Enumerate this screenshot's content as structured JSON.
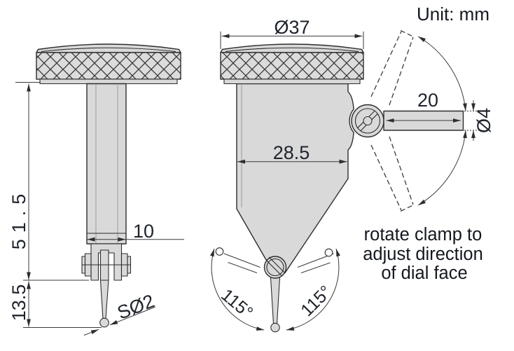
{
  "unit_note": "Unit: mm",
  "caption": {
    "line1": "rotate clamp to",
    "line2": "adjust direction",
    "line3": "of dial face"
  },
  "dimensions": {
    "cap_diameter": "Ø37",
    "body_depth": "28.5",
    "stem_length": "51.5",
    "stem_width": "10",
    "tip_length": "13.5",
    "ball_diameter": "SØ2",
    "rod_length": "20",
    "rod_diameter": "Ø4",
    "swing_angle_left": "115°",
    "swing_angle_right": "115°"
  },
  "colors": {
    "body_fill": "#d9d9d9",
    "outline": "#2d2d2d",
    "dimension_line": "#3a3a3a",
    "text": "#1e232c",
    "background": "#ffffff"
  }
}
